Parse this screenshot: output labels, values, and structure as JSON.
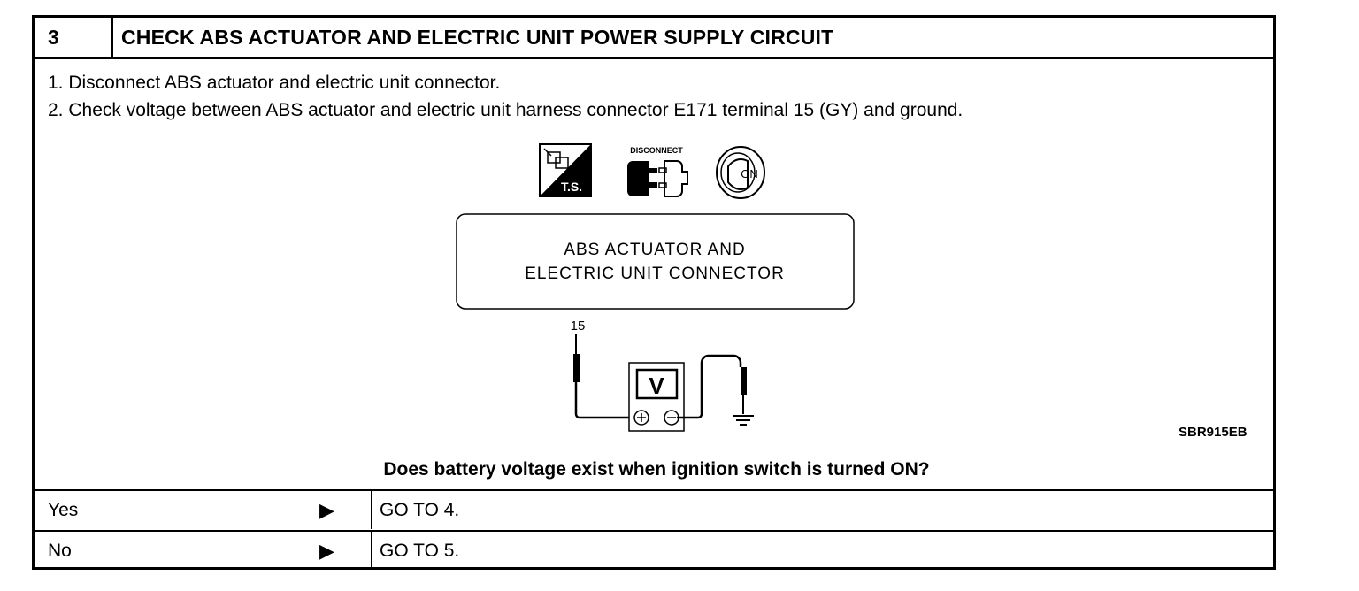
{
  "header": {
    "step_number": "3",
    "title": "CHECK ABS ACTUATOR AND ELECTRIC UNIT POWER SUPPLY CIRCUIT"
  },
  "steps": [
    "1.  Disconnect ABS actuator and electric unit connector.",
    "2.  Check voltage between ABS actuator and electric unit harness connector E171 terminal 15 (GY) and ground."
  ],
  "figure": {
    "icons": [
      "ts-icon",
      "disconnect-connector-icon",
      "ignition-key-on-icon"
    ],
    "ts_label": "T.S.",
    "disconnect_label": "DISCONNECT",
    "key_label": "ON",
    "connector_line1": "ABS ACTUATOR AND",
    "connector_line2": "ELECTRIC UNIT CONNECTOR",
    "terminal": "15",
    "meter_label": "V",
    "figure_code": "SBR915EB"
  },
  "question": "Does battery voltage exist when ignition switch is turned ON?",
  "results": [
    {
      "answer": "Yes",
      "arrow": "▶",
      "action": "GO TO 4."
    },
    {
      "answer": "No",
      "arrow": "▶",
      "action": "GO TO 5."
    }
  ]
}
